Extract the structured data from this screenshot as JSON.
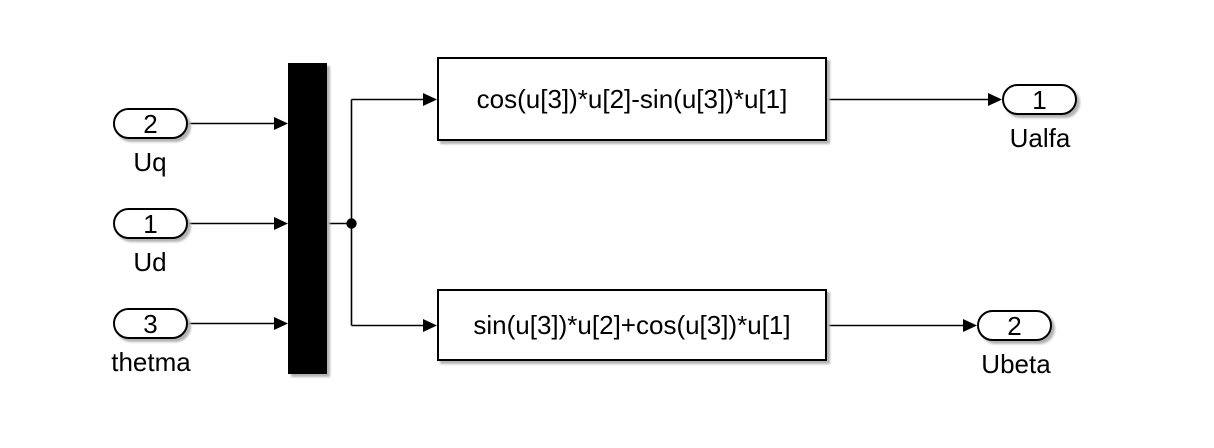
{
  "canvas": {
    "background": "#ffffff",
    "stroke_color": "#000000",
    "block_fill": "#ffffff",
    "shadow_color": "#b3b3b3"
  },
  "inports": [
    {
      "number": "2",
      "label": "Uq"
    },
    {
      "number": "1",
      "label": "Ud"
    },
    {
      "number": "3",
      "label": "thetma"
    }
  ],
  "mux": {
    "type": "Mux"
  },
  "fcn_blocks": [
    {
      "expression": "cos(u[3])*u[2]-sin(u[3])*u[1]"
    },
    {
      "expression": "sin(u[3])*u[2]+cos(u[3])*u[1]"
    }
  ],
  "outports": [
    {
      "number": "1",
      "label": "Ualfa"
    },
    {
      "number": "2",
      "label": "Ubeta"
    }
  ]
}
